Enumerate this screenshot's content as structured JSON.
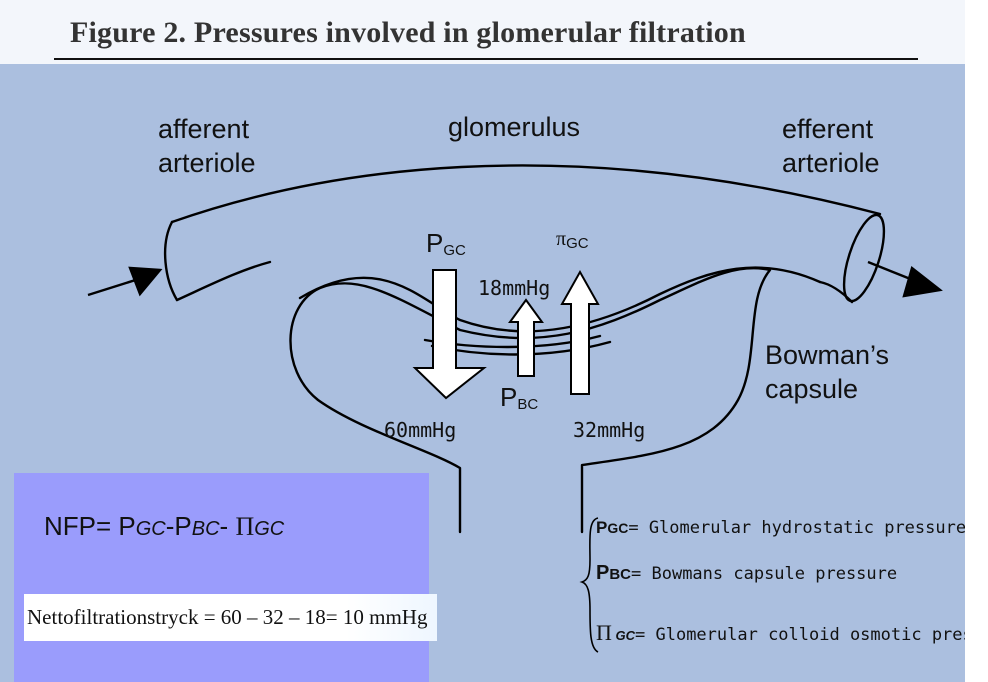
{
  "figure": {
    "title": "Figure 2.  Pressures involved in glomerular filtration"
  },
  "labels": {
    "afferent": [
      "afferent",
      "arteriole"
    ],
    "glomerulus": "glomerulus",
    "efferent": [
      "efferent",
      "arteriole"
    ],
    "bowman": [
      "Bowman’s",
      "capsule"
    ],
    "p_gc": {
      "main": "P",
      "sub": "GC"
    },
    "pi_gc": {
      "main": "π",
      "sub": "GC"
    },
    "p_bc": {
      "main": "P",
      "sub": "BC"
    }
  },
  "pressures": {
    "p_gc": "60mmHg",
    "pi_gc": "32mmHg",
    "p_bc": "18mmHg"
  },
  "formula": {
    "lhs": "NFP= P",
    "gc1": "GC",
    "minus1": "-P",
    "bc": "BC",
    "minus2": "- ",
    "pi": "Π",
    "gc2": "GC"
  },
  "calculation": "Nettofiltrationstryck = 60 – 32 – 18= 10 mmHg",
  "legend": [
    {
      "symbol": "P",
      "sub": "GC",
      "text": "= Glomerular hydrostatic  pressure"
    },
    {
      "symbol": "P",
      "sub": "BC",
      "text": "= Bowmans capsule pressure"
    },
    {
      "symbol": "Π",
      "sub": " GC",
      "text": "=  Glomerular colloid osmotic pressure"
    }
  ],
  "colors": {
    "background": "#abbfdf",
    "formula_box": "#9a9cfc",
    "title_band": "#f3f6fb"
  }
}
